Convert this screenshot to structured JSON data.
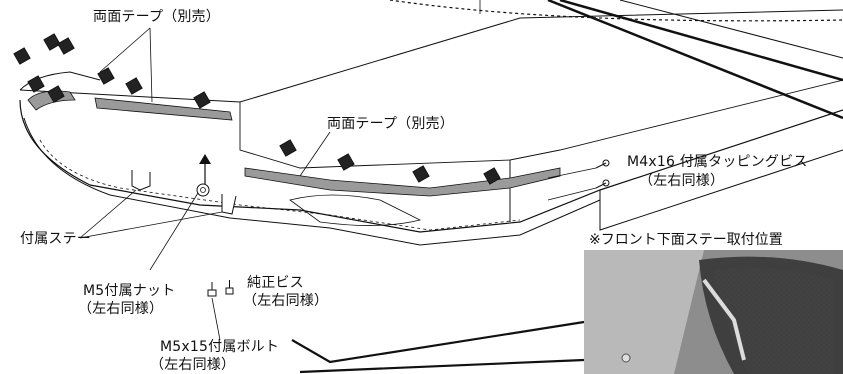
{
  "labels": {
    "tape_top": "両面テープ（別売）",
    "tape_mid": "両面テープ（別売）",
    "screw_m4_line1": "M4x16 付属タッピングビス",
    "screw_m4_line2": "（左右同様）",
    "stay": "付属ステー",
    "nut_line1": "M5付属ナット",
    "nut_line2": "（左右同様）",
    "genuine_line1": "純正ビス",
    "genuine_line2": "（左右同様）",
    "bolt_line1": "M5x15付属ボルト",
    "bolt_line2": "（左右同様）"
  },
  "inset": {
    "title": "※フロント下面ステー取付位置"
  },
  "colors": {
    "line": "#111111",
    "tape_fill": "#9a9a9a",
    "photo_dark": "#5e5e5e",
    "photo_light": "#d6d6d6"
  }
}
